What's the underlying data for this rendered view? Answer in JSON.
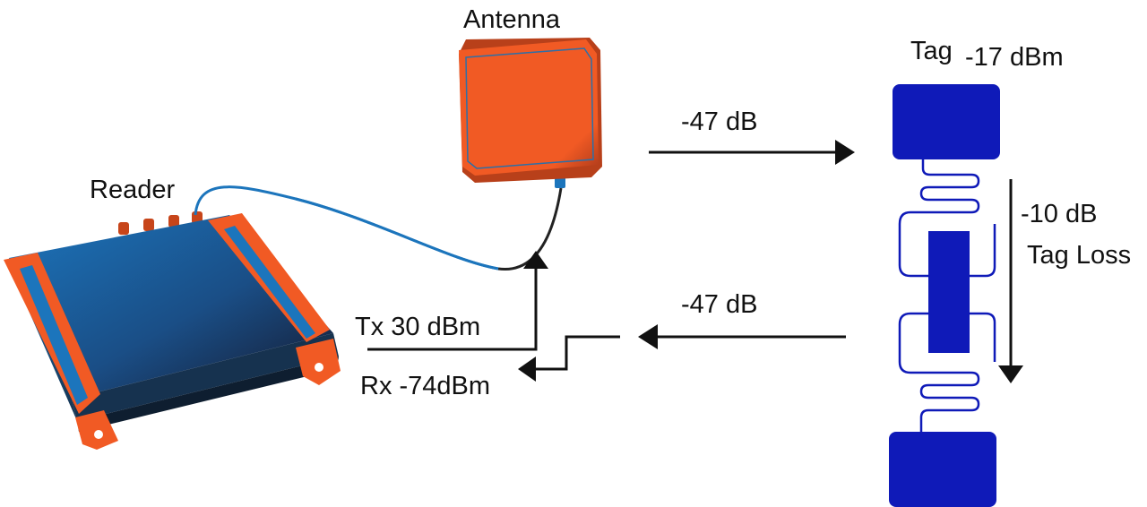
{
  "labels": {
    "antenna": "Antenna",
    "reader": "Reader",
    "tag": "Tag",
    "tag_power": "-17 dBm",
    "forward_loss": "-47 dB",
    "return_loss": "-47 dB",
    "tag_loss_value": "-10 dB",
    "tag_loss_label": "Tag Loss",
    "tx": "Tx 30 dBm",
    "rx": "Rx -74dBm"
  },
  "colors": {
    "antenna_fill": "#F15A24",
    "reader_orange": "#F15A24",
    "reader_blue": "#1C75BC",
    "tag_blue": "#0F1AB8",
    "cable_blue": "#1C75BC",
    "arrow": "#111111"
  }
}
